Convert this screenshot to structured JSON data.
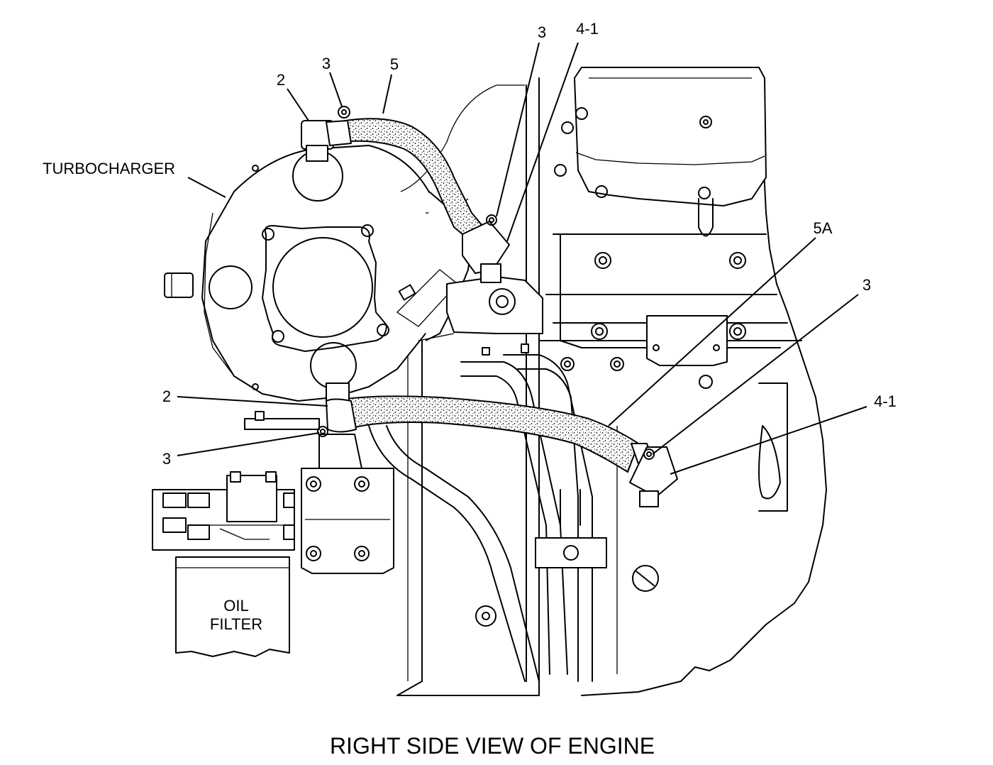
{
  "caption": "RIGHT SIDE VIEW OF ENGINE",
  "components": {
    "turbocharger": "TURBOCHARGER",
    "oil_filter_line1": "OIL",
    "oil_filter_line2": "FILTER"
  },
  "callouts": {
    "top_elbow_2": "2",
    "top_clamp_3_left": "3",
    "top_hose_5": "5",
    "top_clamp_3_right": "3",
    "top_fitting_4_1": "4-1",
    "hose_5a": "5A",
    "right_clamp_3": "3",
    "right_fitting_4_1": "4-1",
    "bottom_elbow_2": "2",
    "bottom_clamp_3": "3"
  }
}
